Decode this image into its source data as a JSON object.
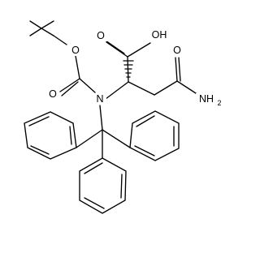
{
  "molecule": {
    "labels": {
      "carbonyl_o": "O",
      "ester_o": "O",
      "nitrogen": "N",
      "acid_o": "O",
      "hydroxyl": "OH",
      "amide_o": "O",
      "amine": "NH",
      "amine_subscript": "2"
    },
    "colors": {
      "bond": "#000000",
      "label": "#000000",
      "background": "#ffffff"
    }
  }
}
